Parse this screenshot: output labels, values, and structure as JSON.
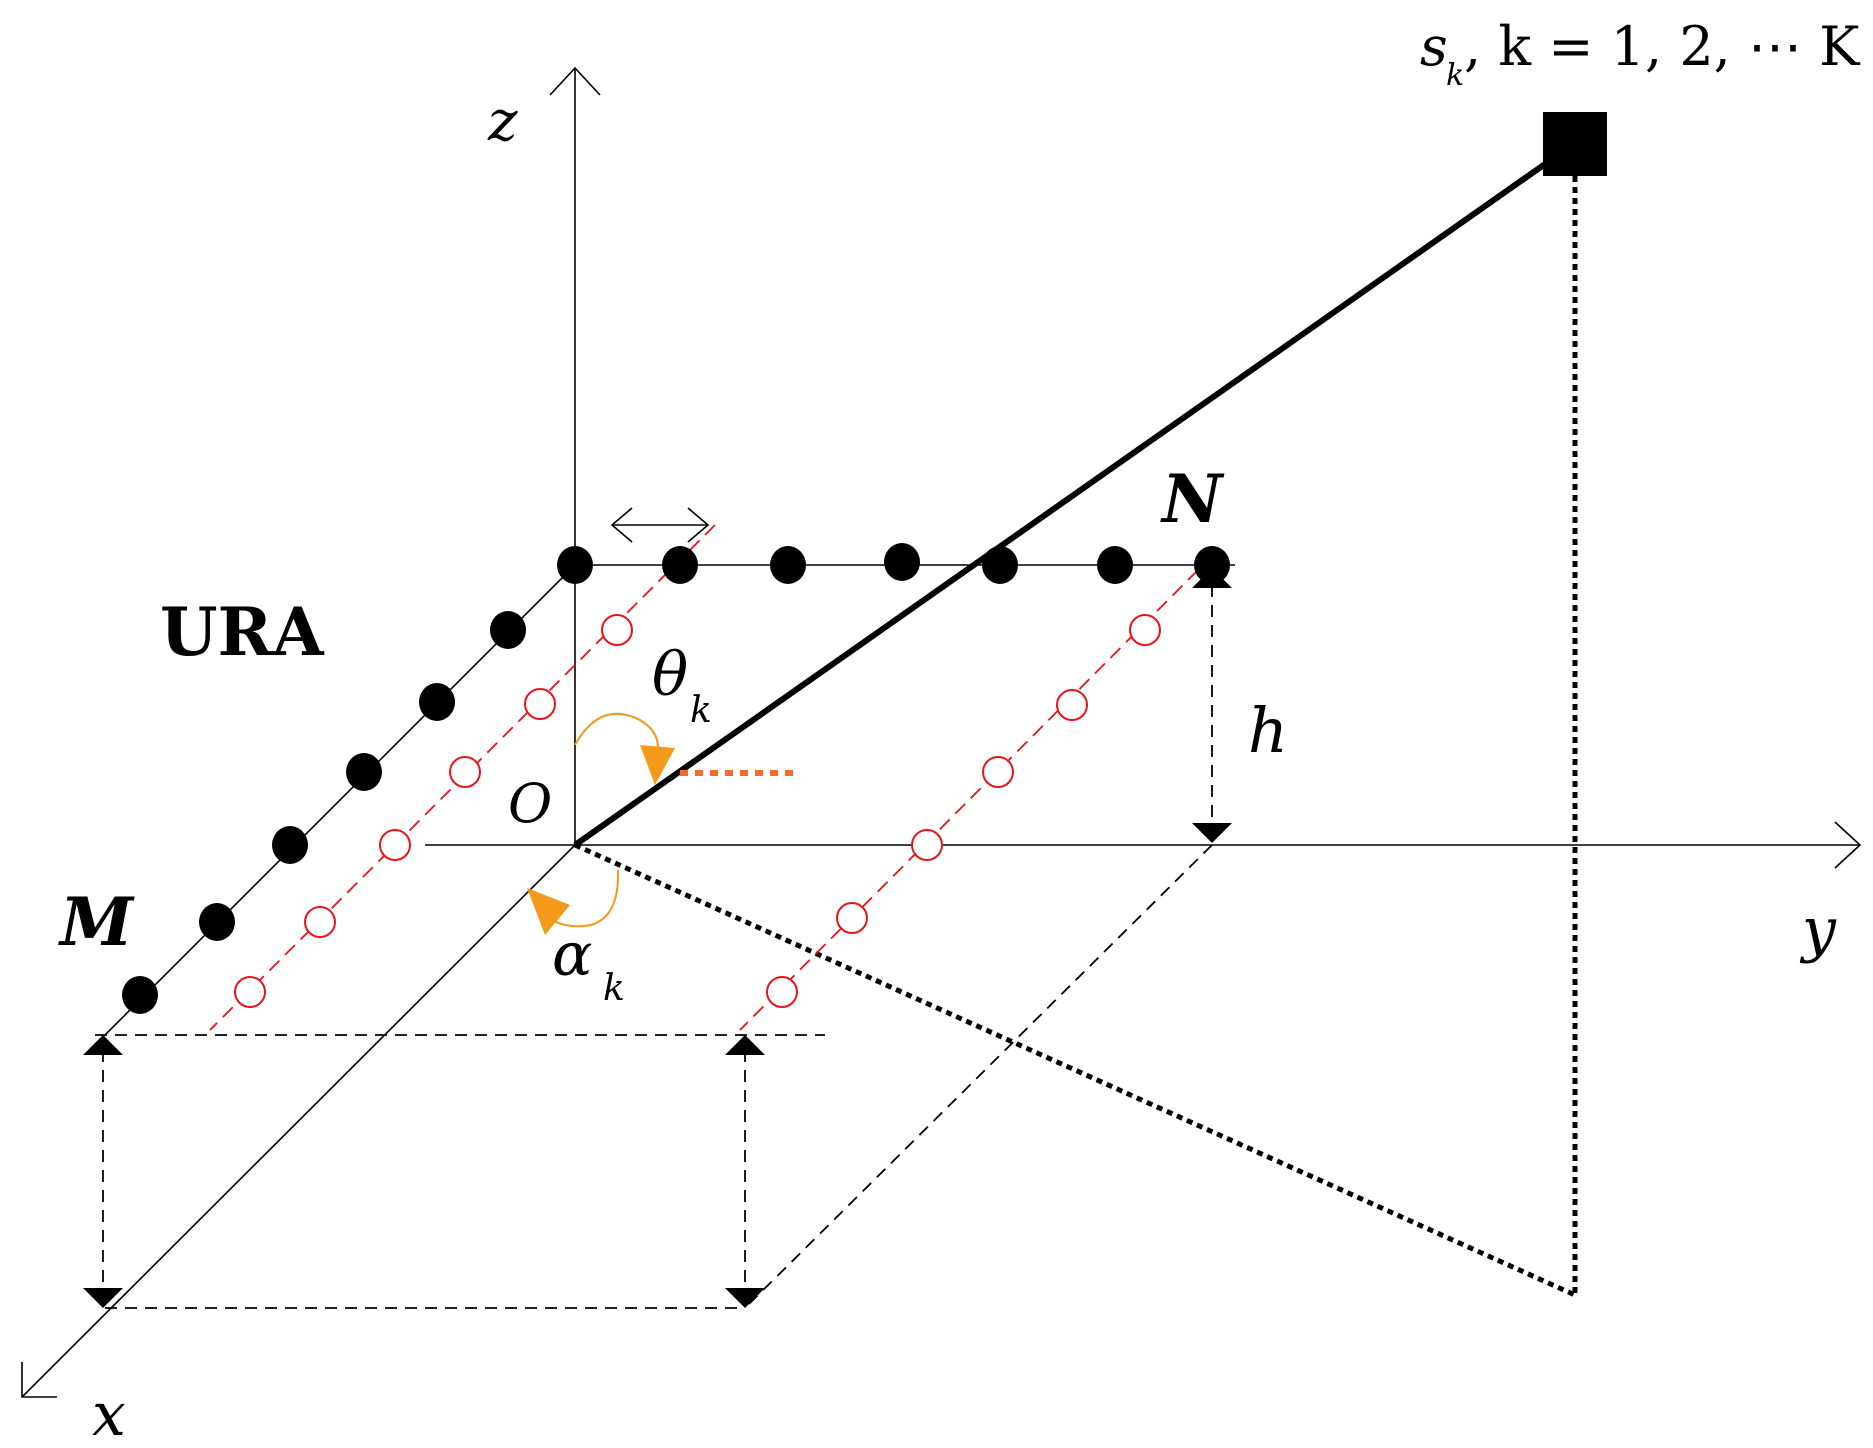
{
  "labels": {
    "z": "z",
    "y": "y",
    "x": "x",
    "origin": "O",
    "ura": "URA",
    "M": "M",
    "N": "N",
    "h": "h",
    "theta": "θ",
    "theta_sub": "k",
    "alpha": "α",
    "alpha_sub": "k",
    "source_s": "s",
    "source_sub": "k",
    "source_rest": ", k = 1, 2, ⋯ K"
  },
  "colors": {
    "sensor_filled": "#000000",
    "sensor_virtual": "#e8141a",
    "angle_arrow": "#f39a1b",
    "projection_dots": "#f07020"
  }
}
